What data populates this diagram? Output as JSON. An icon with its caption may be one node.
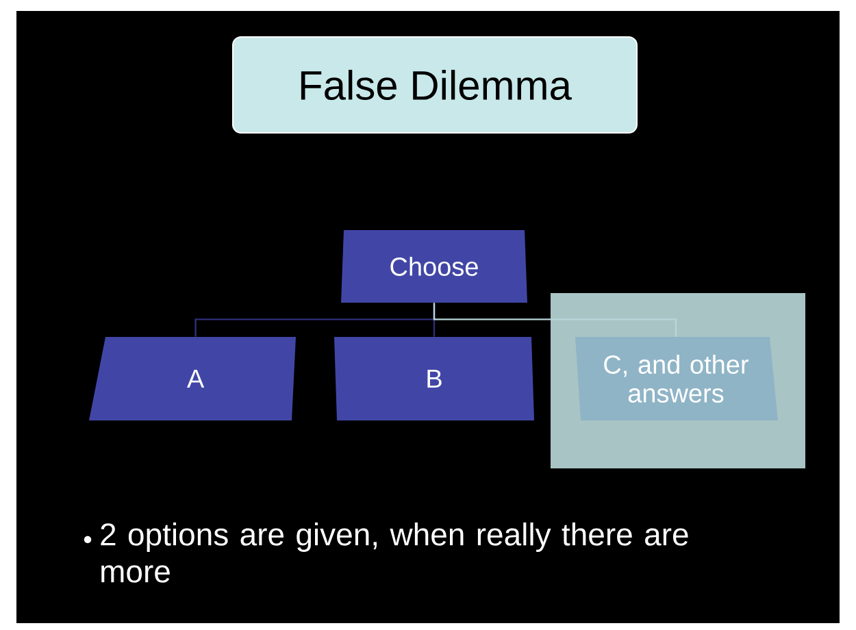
{
  "diagram": {
    "title": "False Dilemma",
    "nodes": [
      {
        "text": [
          "Choose"
        ]
      },
      {
        "text": [
          "A"
        ]
      },
      {
        "text": [
          "B"
        ]
      },
      {
        "text": [
          "C, and other answers"
        ]
      }
    ],
    "edges": [
      {
        "from": 0,
        "to": 1,
        "arrow": "none"
      },
      {
        "from": 0,
        "to": 2,
        "arrow": "none"
      },
      {
        "from": 0,
        "to": 3,
        "arrow": "none",
        "color": "#b8d6da"
      }
    ],
    "labels": [
      "2 options are given, when really there are more"
    ]
  }
}
